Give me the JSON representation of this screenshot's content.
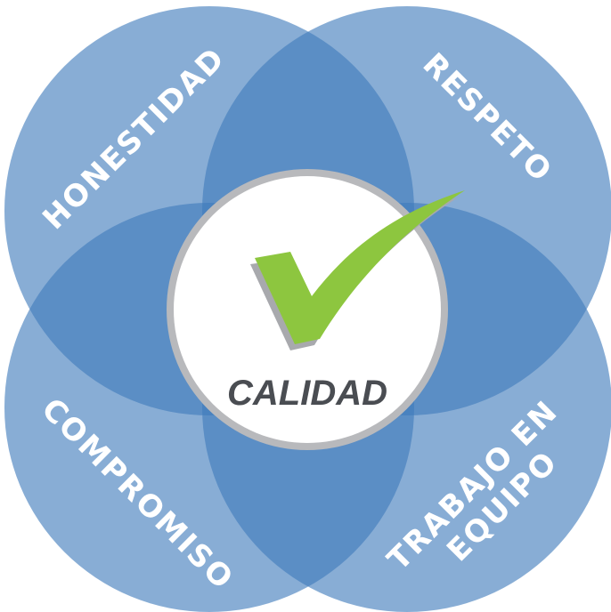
{
  "diagram": {
    "center": {
      "label": "CALIDAD",
      "icon": "checkmark-icon"
    },
    "values": [
      {
        "id": "honestidad",
        "lines": [
          "HONESTIDAD"
        ]
      },
      {
        "id": "respeto",
        "lines": [
          "RESPETO"
        ]
      },
      {
        "id": "compromiso",
        "lines": [
          "COMPROMISO"
        ]
      },
      {
        "id": "trabajo-en-equipo",
        "lines": [
          "TRABAJO EN",
          "EQUIPO"
        ]
      }
    ]
  },
  "colors": {
    "circle_fill": "#3f7bbb",
    "overlap_blue": "#3f7bbb",
    "check_green": "#8dc63f",
    "check_shadow": "#a8a9ad",
    "center_ring": "#b8b9bc",
    "center_fill": "#ffffff",
    "center_text": "#4a4d52",
    "label_text": "#ffffff"
  }
}
